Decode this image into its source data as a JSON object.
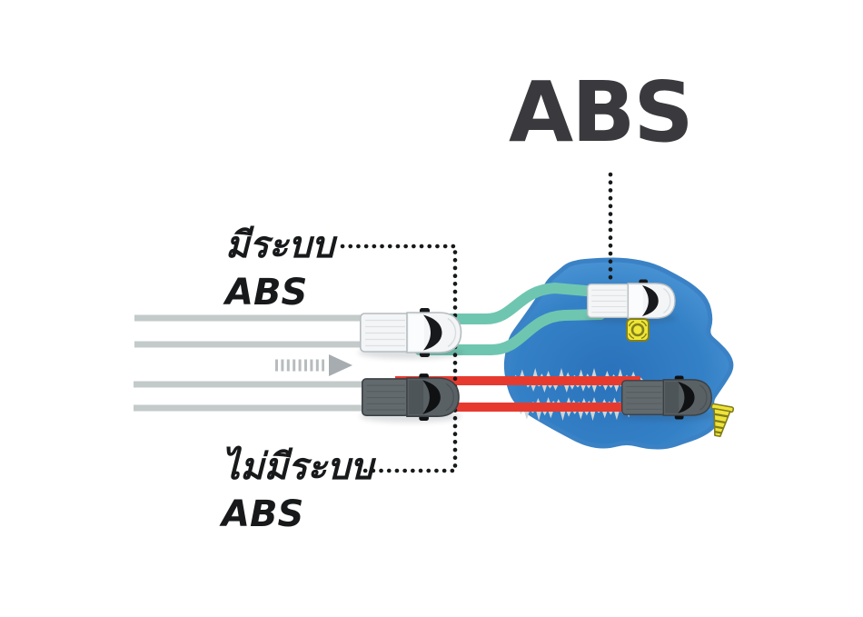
{
  "title": "ABS",
  "labels": {
    "with_abs": {
      "line1": "มีระบบ",
      "line2": "ABS"
    },
    "without_abs": {
      "line1": "ไม่มีระบบ",
      "line2": "ABS"
    }
  },
  "icons": {
    "abs_sensor": "abs-wheel-sensor",
    "traffic_cone": "traffic-cone",
    "direction_arrow": "dashed-right-arrow"
  },
  "colors": {
    "title_ink": "#3a3a3e",
    "label_ink": "#17191b",
    "road_gray": "#c3cbca",
    "abs_track_teal": "#6fc6b0",
    "skid_track_red": "#e73a2f",
    "puddle_rim": "#3a82c5",
    "puddle_dark": "#2a72bb",
    "puddle_mid": "#3480c6",
    "puddle_light": "#58a3dc",
    "splash_gray": "#ccd4d7",
    "truck_light_body": "#f3f5f6",
    "truck_dark_body": "#636a6e",
    "windshield": "#17191c",
    "sensor_yellow": "#f0e636",
    "sensor_outline": "#83801f",
    "cone_yellow": "#efe339",
    "cone_outline": "#7f7c1e",
    "arrow_gray": "#a6acaf",
    "arrow_gray_light": "#b7bcbe"
  }
}
